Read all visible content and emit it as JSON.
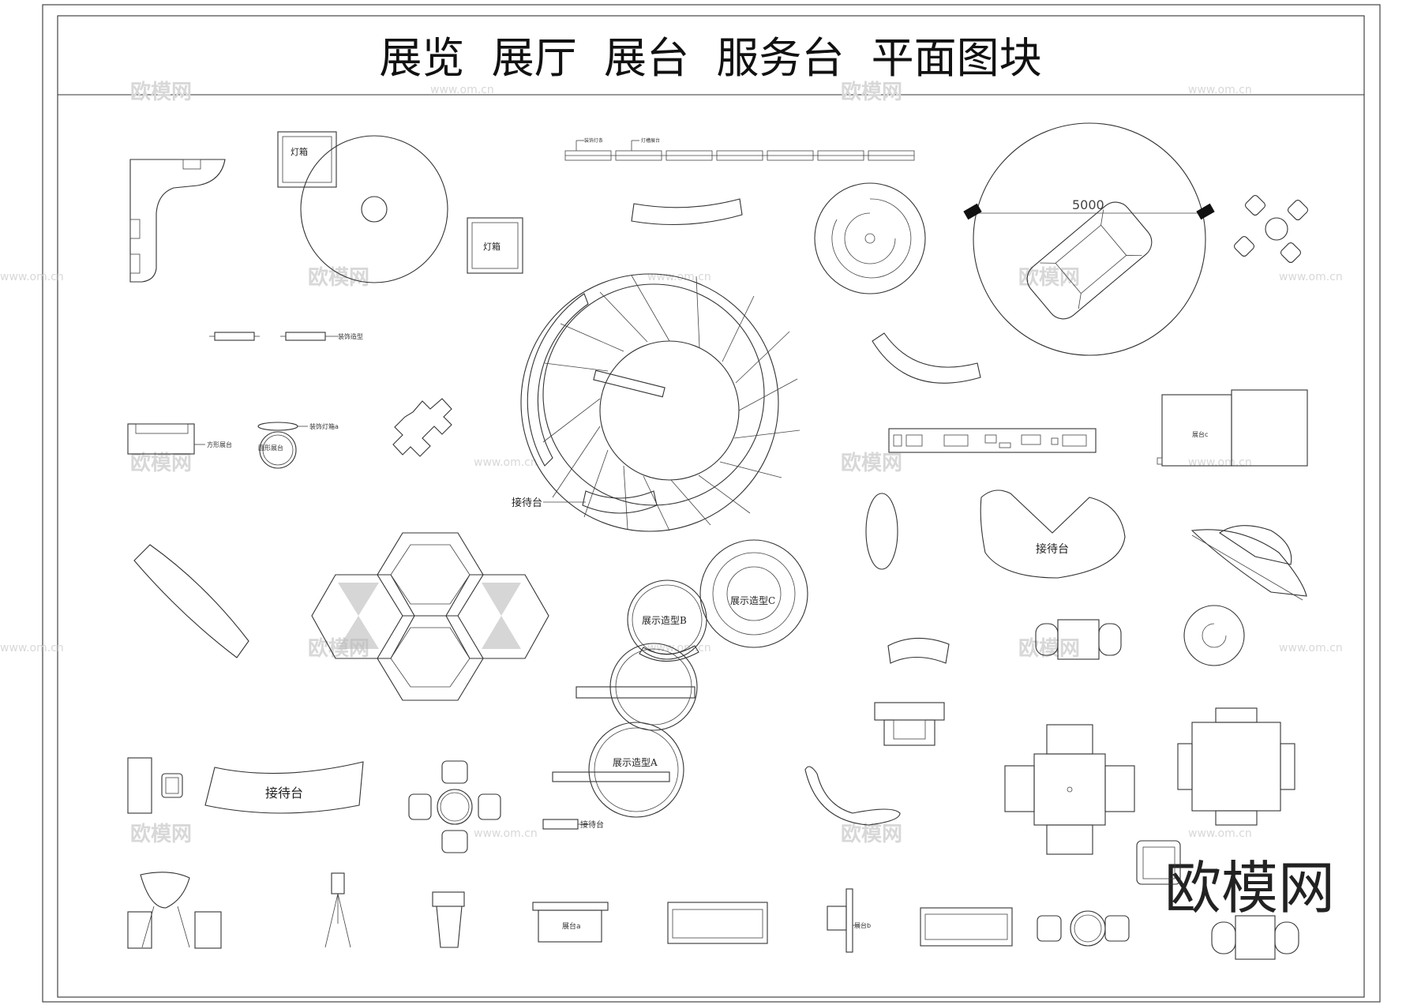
{
  "title": "展览  展厅  展台  服务台  平面图块",
  "labels": {
    "lightbox_1": "灯箱",
    "lightbox_2": "灯箱",
    "decor_shape": "装饰造型",
    "square_booth": "方形展台",
    "round_booth": "圆形展台",
    "decor_lightbox": "装饰灯箱a",
    "reception_1": "接待台",
    "reception_2": "接待台",
    "reception_3": "接待台",
    "reception_4": "接待台",
    "display_a": "展示造型A",
    "display_b": "展示造型B",
    "display_c": "展示造型C",
    "booth_c": "展台c",
    "booth_a": "展台a",
    "booth_b": "展台b",
    "dim_5000": "5000",
    "strip_1": "装饰灯条",
    "strip_2": "灯槽展台"
  },
  "watermark": {
    "brand": "欧模网",
    "url": "www.om.cn",
    "brand_large": "欧模网"
  }
}
